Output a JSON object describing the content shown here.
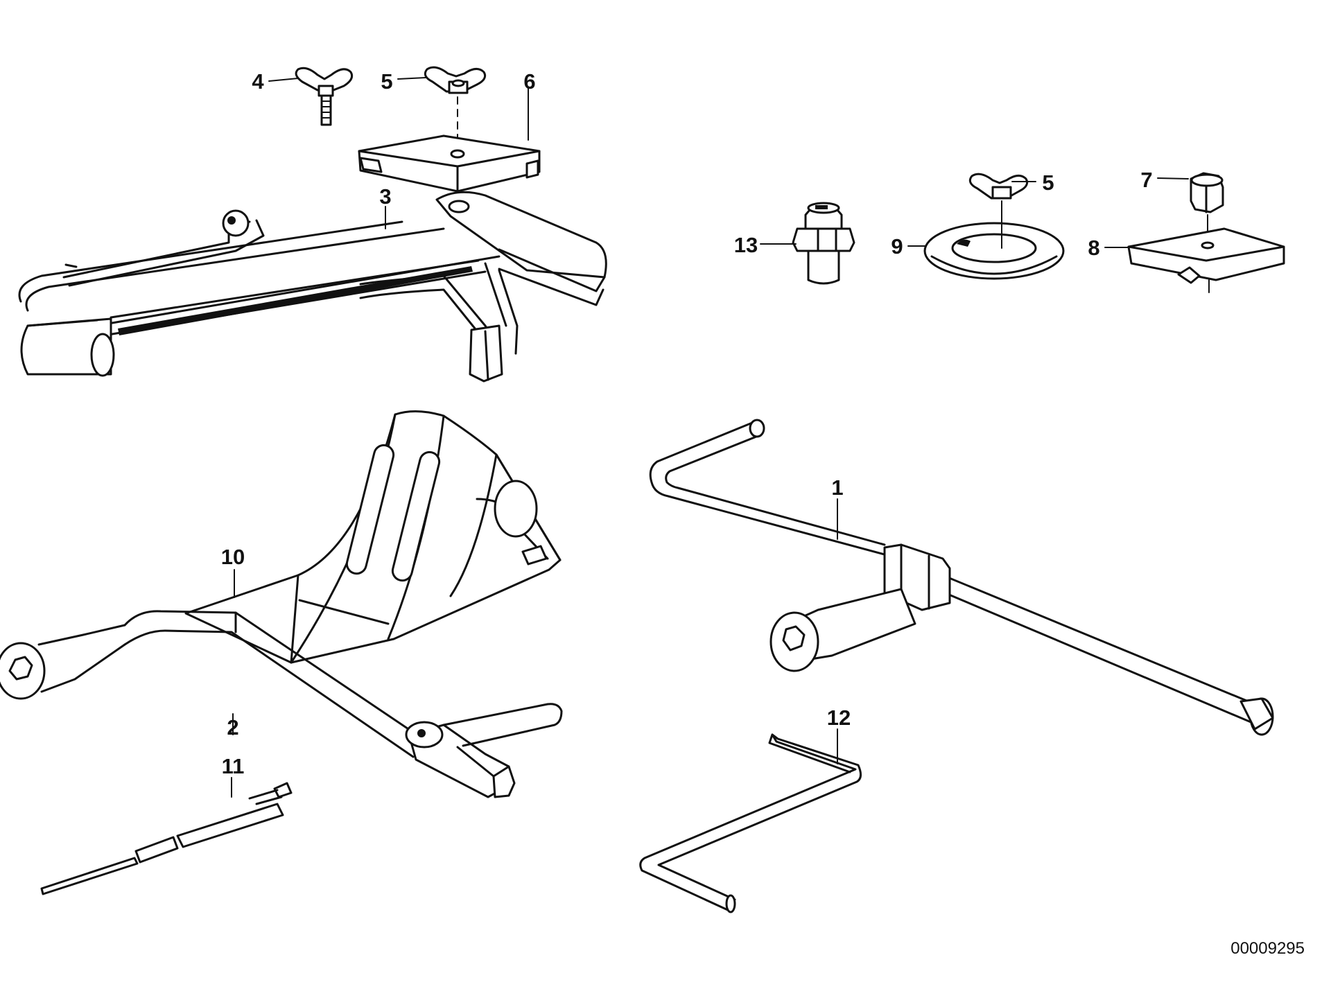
{
  "diagram": {
    "callouts": [
      {
        "id": "c4",
        "text": "4"
      },
      {
        "id": "c5a",
        "text": "5"
      },
      {
        "id": "c6",
        "text": "6"
      },
      {
        "id": "c3",
        "text": "3"
      },
      {
        "id": "c13",
        "text": "13"
      },
      {
        "id": "c9",
        "text": "9"
      },
      {
        "id": "c5b",
        "text": "5"
      },
      {
        "id": "c7",
        "text": "7"
      },
      {
        "id": "c8",
        "text": "8"
      },
      {
        "id": "c1",
        "text": "1"
      },
      {
        "id": "c10",
        "text": "10"
      },
      {
        "id": "c2",
        "text": "2"
      },
      {
        "id": "c11",
        "text": "11"
      },
      {
        "id": "c12",
        "text": "12"
      }
    ],
    "document_number": "00009295"
  }
}
